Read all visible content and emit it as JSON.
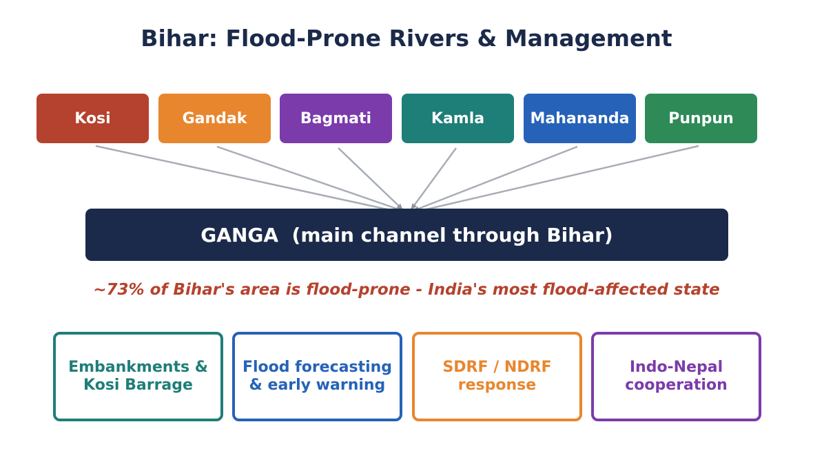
{
  "title": "Bihar: Flood-Prone Rivers & Management",
  "rivers": [
    {
      "name": "Kosi",
      "color": "#b5422e"
    },
    {
      "name": "Gandak",
      "color": "#e8862e"
    },
    {
      "name": "Bagmati",
      "color": "#7b3bab"
    },
    {
      "name": "Kamla",
      "color": "#1e7e78"
    },
    {
      "name": "Mahananda",
      "color": "#2662b8"
    },
    {
      "name": "Punpun",
      "color": "#2e8a57"
    }
  ],
  "main_river": "GANGA  (main channel through Bihar)",
  "stat": "~73% of Bihar's area is flood-prone - India's most flood-affected state",
  "measures": [
    {
      "lines": [
        "Embankments &",
        "Kosi Barrage"
      ],
      "color": "#1e7e78"
    },
    {
      "lines": [
        "Flood forecasting",
        "& early warning"
      ],
      "color": "#2662b8"
    },
    {
      "lines": [
        "SDRF / NDRF",
        "response"
      ],
      "color": "#e8862e"
    },
    {
      "lines": [
        "Indo-Nepal",
        "cooperation"
      ],
      "color": "#7b3bab"
    }
  ],
  "arrow_color": "#a8adb5"
}
